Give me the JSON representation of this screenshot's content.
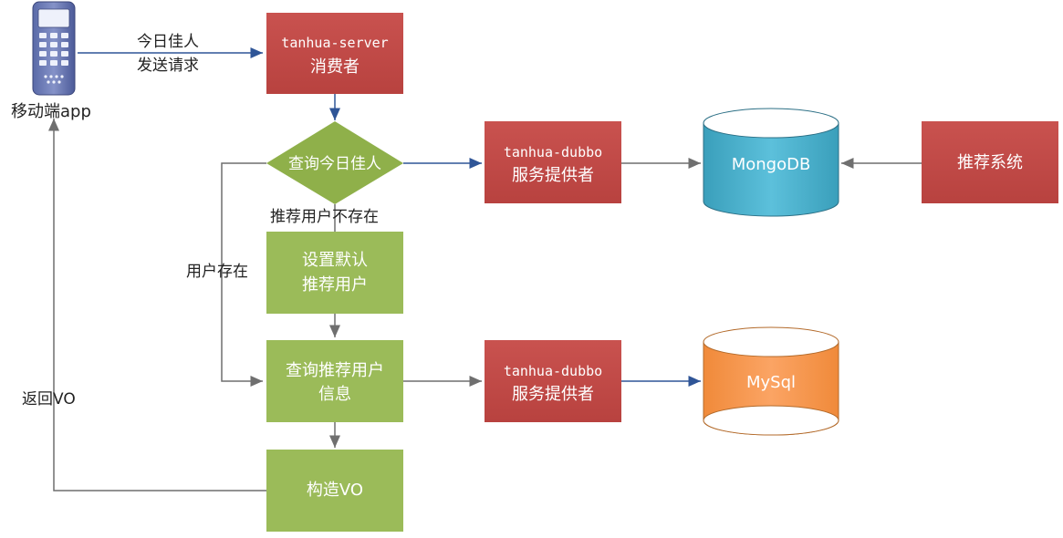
{
  "colors": {
    "red_box": "#c0504d",
    "green_box": "#9bbb59",
    "blue_db": "#4bacc6",
    "orange_db": "#f79646",
    "arrow_blue": "#2f5597",
    "arrow_gray": "#7f7f7f"
  },
  "mobile": {
    "icon": "phone-icon",
    "label": "移动端app"
  },
  "edges": {
    "request_line1": "今日佳人",
    "request_line2": "发送请求",
    "not_exist": "推荐用户不存在",
    "user_exists": "用户存在",
    "return_vo": "返回VO"
  },
  "nodes": {
    "server_line1": "tanhua-server",
    "server_line2": "消费者",
    "decision": "查询今日佳人",
    "dubbo1_line1": "tanhua-dubbo",
    "dubbo1_line2": "服务提供者",
    "mongodb": "MongoDB",
    "recommend": "推荐系统",
    "default_line1": "设置默认",
    "default_line2": "推荐用户",
    "query_line1": "查询推荐用户",
    "query_line2": "信息",
    "dubbo2_line1": "tanhua-dubbo",
    "dubbo2_line2": "服务提供者",
    "mysql": "MySql",
    "build_vo": "构造VO"
  }
}
